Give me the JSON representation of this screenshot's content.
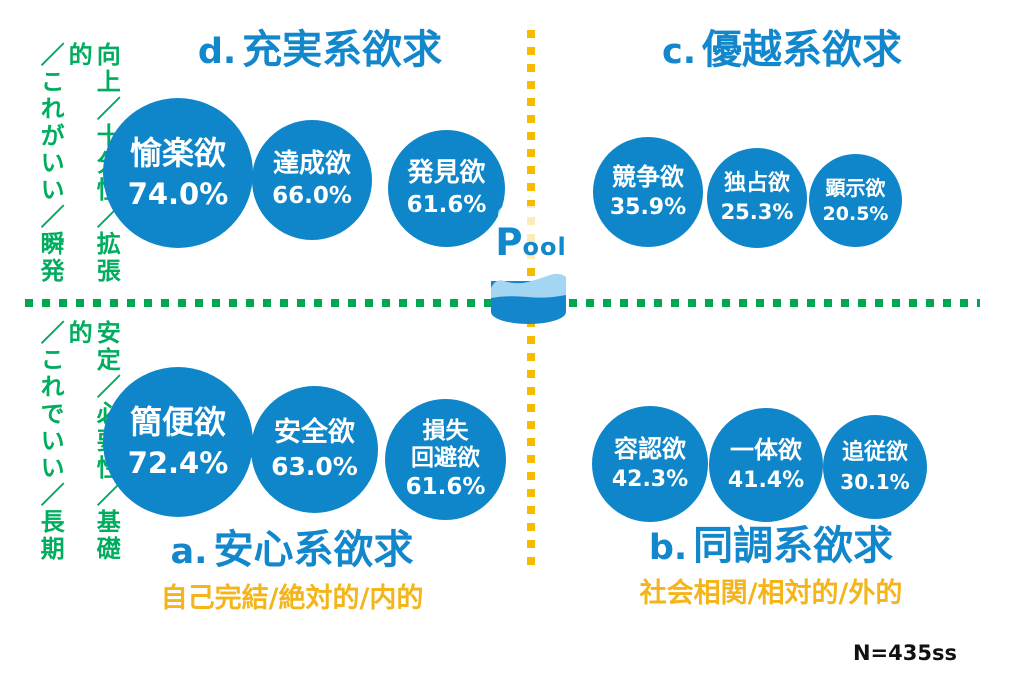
{
  "quadrants": {
    "d": {
      "label": "d.",
      "title": "充実系欲求",
      "circles": [
        {
          "name": "愉楽欲",
          "value": "74.0%"
        },
        {
          "name": "達成欲",
          "value": "66.0%"
        },
        {
          "name": "発見欲",
          "value": "61.6%"
        }
      ]
    },
    "c": {
      "label": "c.",
      "title": "優越系欲求",
      "circles": [
        {
          "name": "競争欲",
          "value": "35.9%"
        },
        {
          "name": "独占欲",
          "value": "25.3%"
        },
        {
          "name": "顕示欲",
          "value": "20.5%"
        }
      ]
    },
    "a": {
      "label": "a.",
      "title": "安心系欲求",
      "subtitle": "自己完結/絶対的/内的",
      "circles": [
        {
          "name": "簡便欲",
          "value": "72.4%"
        },
        {
          "name": "安全欲",
          "value": "63.0%"
        },
        {
          "name_lines": [
            "損失",
            "回避欲"
          ],
          "value": "61.6%"
        }
      ]
    },
    "b": {
      "label": "b.",
      "title": "同調系欲求",
      "subtitle": "社会相関/相対的/外的",
      "circles": [
        {
          "name": "容認欲",
          "value": "42.3%"
        },
        {
          "name": "一体欲",
          "value": "41.4%"
        },
        {
          "name": "追従欲",
          "value": "30.1%"
        }
      ]
    }
  },
  "axis_labels": {
    "top_left_lines": [
      "向上／十分性／拡張的",
      "／これがいい／瞬発"
    ],
    "bottom_left_lines": [
      "安定／必要性／基礎的",
      "／これでいい／長期"
    ]
  },
  "logo": {
    "p": "P",
    "ool": "ool"
  },
  "footnote": "N=435ss",
  "colors": {
    "circle_blue": "#0f86c9",
    "title_blue": "#1287cc",
    "axis_green": "#00a651",
    "axis_yellow": "#f5bb00",
    "subtitle_yellow": "#f4b41a",
    "water_light_blue": "#a3d6f2",
    "tank_blue": "#1486cb"
  }
}
